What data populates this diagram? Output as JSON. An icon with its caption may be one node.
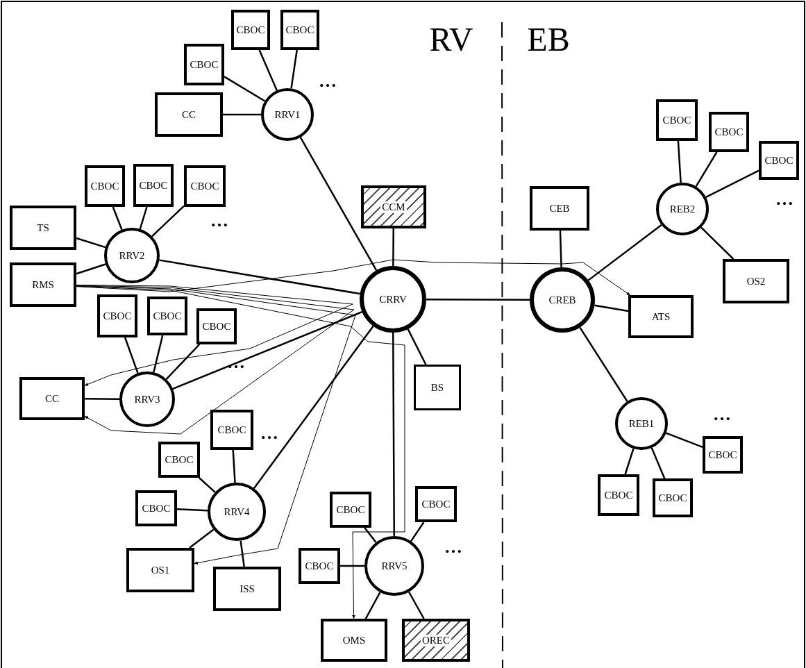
{
  "diagram": {
    "nodes": [
      {
        "text": [
          "CRRV"
        ]
      },
      {
        "text": [
          "CREB"
        ]
      },
      {
        "text": [
          "CCM"
        ]
      },
      {
        "text": [
          "BS"
        ]
      },
      {
        "text": [
          "RRV1"
        ]
      },
      {
        "text": [
          "CC"
        ]
      },
      {
        "text": [
          "CBOC"
        ]
      },
      {
        "text": [
          "CBOC"
        ]
      },
      {
        "text": [
          "CBOC"
        ]
      },
      {
        "text": [
          "RRV2"
        ]
      },
      {
        "text": [
          "TS"
        ]
      },
      {
        "text": [
          "RMS"
        ]
      },
      {
        "text": [
          "CBOC"
        ]
      },
      {
        "text": [
          "CBOC"
        ]
      },
      {
        "text": [
          "CBOC"
        ]
      },
      {
        "text": [
          "RRV3"
        ]
      },
      {
        "text": [
          "CC"
        ]
      },
      {
        "text": [
          "CBOC"
        ]
      },
      {
        "text": [
          "CBOC"
        ]
      },
      {
        "text": [
          "CBOC"
        ]
      },
      {
        "text": [
          "RRV4"
        ]
      },
      {
        "text": [
          "CBOC"
        ]
      },
      {
        "text": [
          "CBOC"
        ]
      },
      {
        "text": [
          "CBOC"
        ]
      },
      {
        "text": [
          "OS1"
        ]
      },
      {
        "text": [
          "ISS"
        ]
      },
      {
        "text": [
          "RRV5"
        ]
      },
      {
        "text": [
          "CBOC"
        ]
      },
      {
        "text": [
          "CBOC"
        ]
      },
      {
        "text": [
          "CBOC"
        ]
      },
      {
        "text": [
          "OMS"
        ]
      },
      {
        "text": [
          "OREC"
        ]
      },
      {
        "text": [
          "CEB"
        ]
      },
      {
        "text": [
          "REB2"
        ]
      },
      {
        "text": [
          "CBOC"
        ]
      },
      {
        "text": [
          "CBOC"
        ]
      },
      {
        "text": [
          "CBOC"
        ]
      },
      {
        "text": [
          "OS2"
        ]
      },
      {
        "text": [
          "ATS"
        ]
      },
      {
        "text": [
          "REB1"
        ]
      },
      {
        "text": [
          "CBOC"
        ]
      },
      {
        "text": [
          "CBOC"
        ]
      },
      {
        "text": [
          "CBOC"
        ]
      }
    ],
    "edges": [
      {
        "from": 0,
        "to": 2,
        "arrow": "none"
      },
      {
        "from": 0,
        "to": 3,
        "arrow": "none"
      },
      {
        "from": 0,
        "to": 4,
        "arrow": "none"
      },
      {
        "from": 0,
        "to": 9,
        "arrow": "none"
      },
      {
        "from": 0,
        "to": 15,
        "arrow": "none"
      },
      {
        "from": 0,
        "to": 20,
        "arrow": "none"
      },
      {
        "from": 0,
        "to": 26,
        "arrow": "none"
      },
      {
        "from": 0,
        "to": 1,
        "arrow": "none"
      },
      {
        "from": 4,
        "to": 5,
        "arrow": "none"
      },
      {
        "from": 4,
        "to": 6,
        "arrow": "none"
      },
      {
        "from": 4,
        "to": 7,
        "arrow": "none"
      },
      {
        "from": 4,
        "to": 8,
        "arrow": "none"
      },
      {
        "from": 9,
        "to": 10,
        "arrow": "none"
      },
      {
        "from": 9,
        "to": 11,
        "arrow": "none"
      },
      {
        "from": 9,
        "to": 12,
        "arrow": "none"
      },
      {
        "from": 9,
        "to": 13,
        "arrow": "none"
      },
      {
        "from": 9,
        "to": 14,
        "arrow": "none"
      },
      {
        "from": 15,
        "to": 16,
        "arrow": "none"
      },
      {
        "from": 15,
        "to": 17,
        "arrow": "none"
      },
      {
        "from": 15,
        "to": 18,
        "arrow": "none"
      },
      {
        "from": 15,
        "to": 19,
        "arrow": "none"
      },
      {
        "from": 20,
        "to": 21,
        "arrow": "none"
      },
      {
        "from": 20,
        "to": 22,
        "arrow": "none"
      },
      {
        "from": 20,
        "to": 23,
        "arrow": "none"
      },
      {
        "from": 20,
        "to": 24,
        "arrow": "none"
      },
      {
        "from": 20,
        "to": 25,
        "arrow": "none"
      },
      {
        "from": 26,
        "to": 27,
        "arrow": "none"
      },
      {
        "from": 26,
        "to": 28,
        "arrow": "none"
      },
      {
        "from": 26,
        "to": 29,
        "arrow": "none"
      },
      {
        "from": 26,
        "to": 30,
        "arrow": "none"
      },
      {
        "from": 26,
        "to": 31,
        "arrow": "none"
      },
      {
        "from": 1,
        "to": 32,
        "arrow": "none"
      },
      {
        "from": 1,
        "to": 33,
        "arrow": "none"
      },
      {
        "from": 1,
        "to": 38,
        "arrow": "none"
      },
      {
        "from": 1,
        "to": 39,
        "arrow": "none"
      },
      {
        "from": 33,
        "to": 34,
        "arrow": "none"
      },
      {
        "from": 33,
        "to": 35,
        "arrow": "none"
      },
      {
        "from": 33,
        "to": 36,
        "arrow": "none"
      },
      {
        "from": 33,
        "to": 37,
        "arrow": "none"
      },
      {
        "from": 39,
        "to": 40,
        "arrow": "none"
      },
      {
        "from": 39,
        "to": 41,
        "arrow": "none"
      },
      {
        "from": 39,
        "to": 42,
        "arrow": "none"
      },
      {
        "from": 11,
        "to": 16,
        "arrow": "to"
      },
      {
        "from": 11,
        "to": 16,
        "arrow": "to"
      },
      {
        "from": 11,
        "to": 24,
        "arrow": "to"
      },
      {
        "from": 11,
        "to": 30,
        "arrow": "to"
      },
      {
        "from": 11,
        "to": 38,
        "arrow": "to"
      }
    ],
    "labels": [
      "RV",
      "EB",
      "…",
      "…",
      "…",
      "…",
      "…",
      "…",
      "…"
    ]
  }
}
